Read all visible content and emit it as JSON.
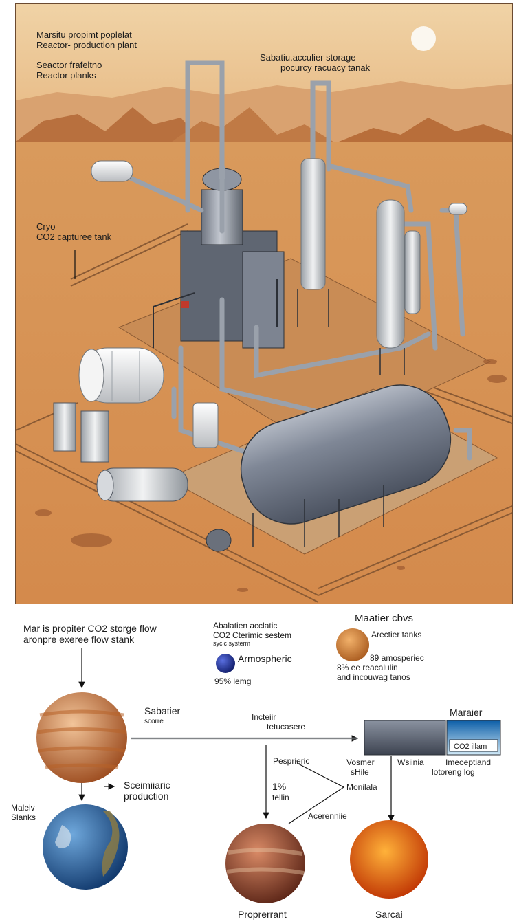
{
  "scene": {
    "label_top_left": [
      "Marsitu propimt poplelat",
      "Reactor- production plant"
    ],
    "label_reactor": [
      "Seactor frafeltno",
      "Reactor planks"
    ],
    "label_storage": [
      "Sabatiu.acculier storage",
      "pocurcy racuacy tanak"
    ],
    "label_cryo": [
      "Cryo",
      "CO2 capturee tank"
    ]
  },
  "flow": {
    "top_left_title": [
      "Mar is propiter CO2 storge flow",
      "aronpre exeree flow stank"
    ],
    "center_top": [
      "Abalatien acclatic",
      "CO2 Cterimic sestem",
      "sycic systerm"
    ],
    "atmospheric_label": "Armospheric",
    "atmospheric_pct": "95% lemg",
    "legend_title": "Maatier cbvs",
    "legend_tanks": "Arectier tanks",
    "legend_note": [
      "89 amosperiec",
      "8% ee  reacalulin",
      "and incouwag tanos"
    ],
    "sabatier_label": [
      "Sabatier",
      "scorre"
    ],
    "scientific_production": [
      "Sceimiiaric",
      "production"
    ],
    "mars_left_label": [
      "Maleiv",
      "Slanks"
    ],
    "arrow_mid_label": [
      "Incteiir",
      "tetucasere"
    ],
    "box_title": "Maraier",
    "box_sub": "CO2 illam",
    "below_box_1": [
      "Vosmer",
      "sHile"
    ],
    "below_box_2": "Wsiinia",
    "below_box_3": [
      "Imeoeptiand",
      "lotoreng      log"
    ],
    "pesprieric": "Pesprieric",
    "num_label": [
      "1%",
      "tellin"
    ],
    "monilala": "Monilala",
    "acerenniie": "Acerenniie",
    "planet_bottom_left_label": "Proprerrant",
    "planet_bottom_right_label": "Sarcai"
  }
}
